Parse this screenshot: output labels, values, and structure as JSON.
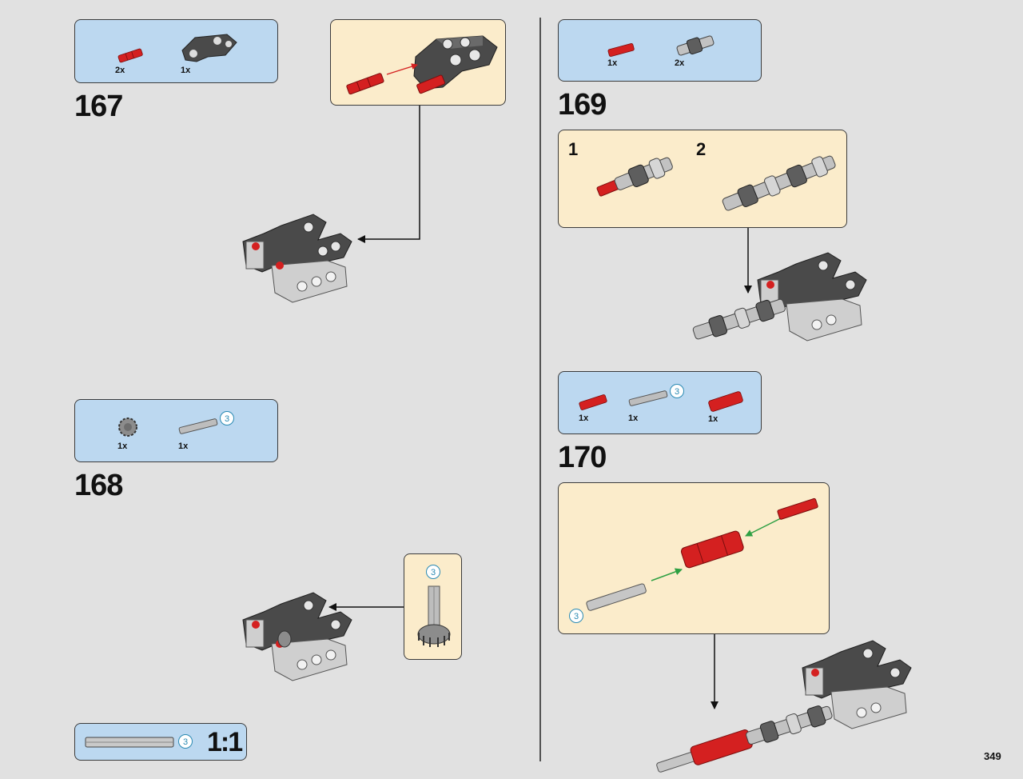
{
  "page_number": "349",
  "scale_label": "1:1",
  "colors": {
    "parts_bg": "#bcd8f0",
    "subassembly_bg": "#fbeccb",
    "page_bg": "#e1e1e1",
    "part_red": "#d42020",
    "part_dark": "#4a4a4a",
    "part_light": "#c8c8c8",
    "arrow_green": "#2ea043",
    "length_badge": "#2a8ab3"
  },
  "steps": [
    {
      "number": "167",
      "parts": [
        {
          "icon": "red-axle-pin-icon",
          "qty": "2x"
        },
        {
          "icon": "dark-beam-frame-icon",
          "qty": "1x"
        }
      ]
    },
    {
      "number": "168",
      "parts": [
        {
          "icon": "gear-icon",
          "qty": "1x"
        },
        {
          "icon": "axle-icon",
          "qty": "1x",
          "length": "3"
        }
      ],
      "callout_length": "3"
    },
    {
      "number": "169",
      "parts": [
        {
          "icon": "red-axle-pin-icon",
          "qty": "1x"
        },
        {
          "icon": "universal-joint-icon",
          "qty": "2x"
        }
      ],
      "substeps": [
        "1",
        "2"
      ]
    },
    {
      "number": "170",
      "parts": [
        {
          "icon": "red-axle-pin-icon",
          "qty": "1x"
        },
        {
          "icon": "axle-icon",
          "qty": "1x",
          "length": "3"
        },
        {
          "icon": "red-connector-icon",
          "qty": "1x"
        }
      ],
      "callout_length": "3"
    }
  ],
  "scale_legend": {
    "length": "3"
  }
}
